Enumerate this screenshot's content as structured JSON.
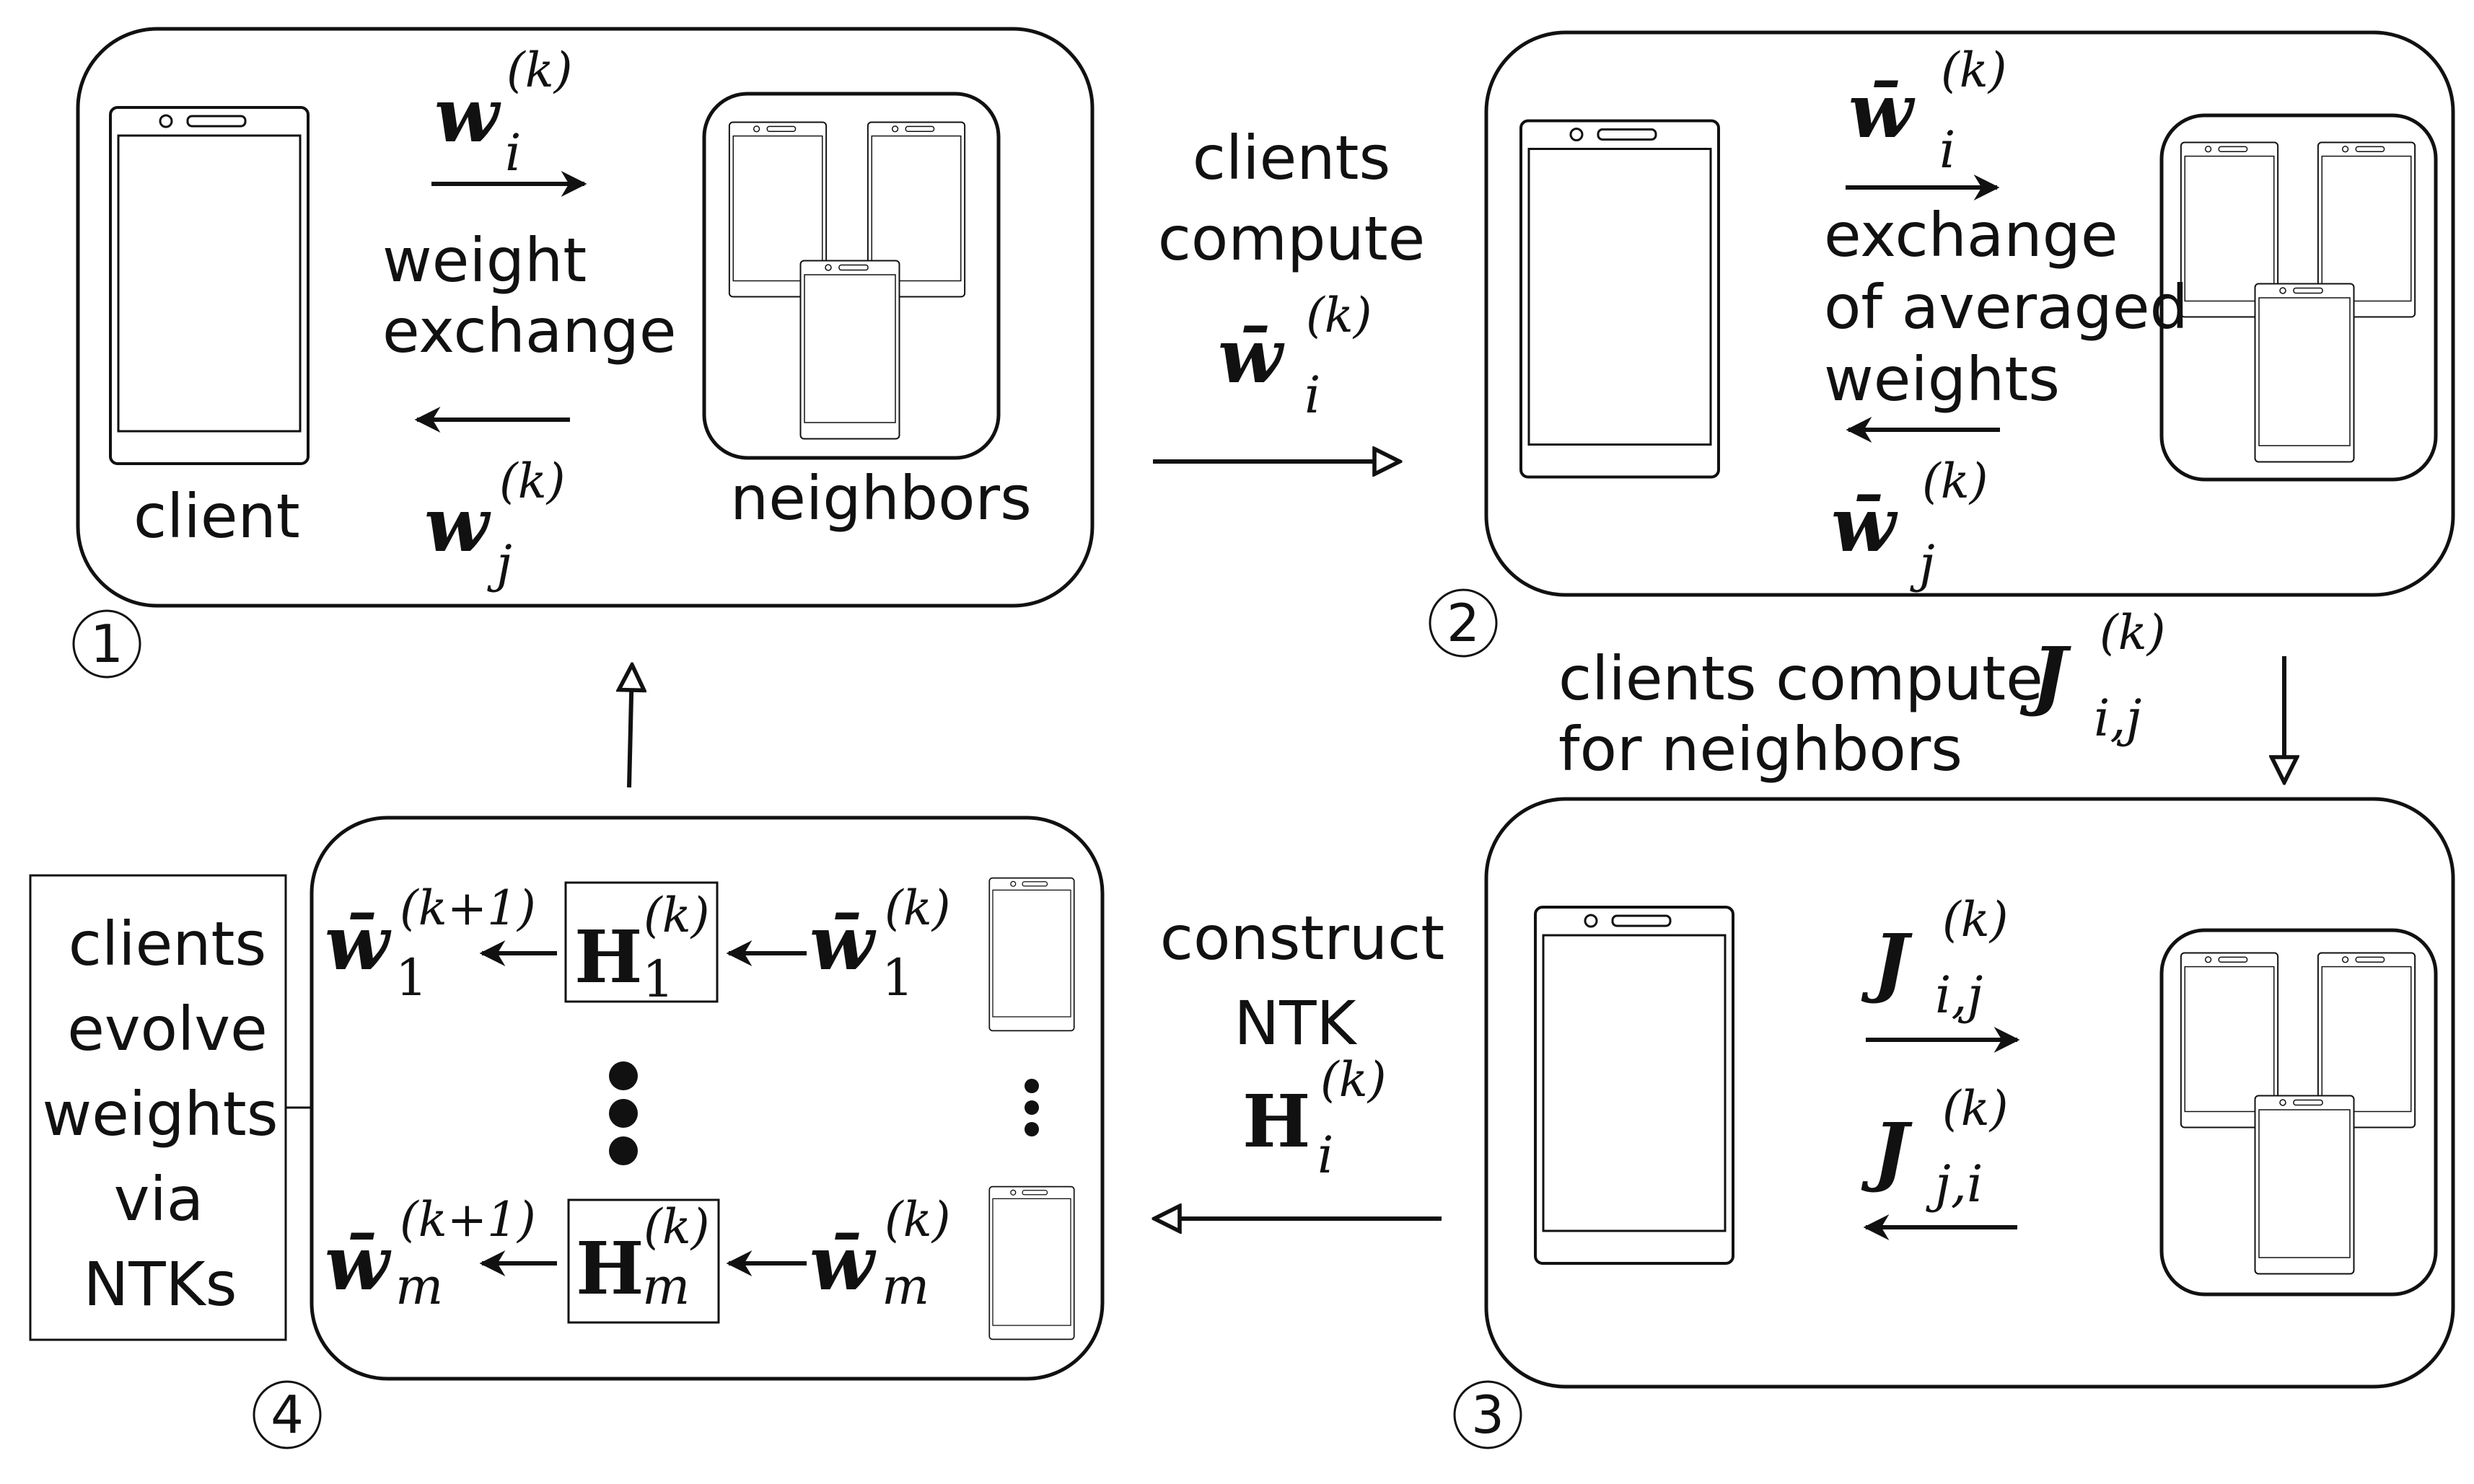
{
  "colors": {
    "stroke": "#111111",
    "background": "#ffffff"
  },
  "panel1": {
    "client_label": "client",
    "neighbors_label": "neighbors",
    "exchange_label_line1": "weight",
    "exchange_label_line2": "exchange",
    "top_var": "w",
    "top_sub": "i",
    "top_sup": "(k)",
    "bottom_var": "w",
    "bottom_sub": "j",
    "bottom_sup": "(k)",
    "step": "1"
  },
  "transition12": {
    "line1": "clients",
    "line2": "compute",
    "var": "w̄",
    "sub": "i",
    "sup": "(k)"
  },
  "panel2": {
    "line1": "exchange",
    "line2": "of averaged",
    "line3": "weights",
    "top_var": "w̄",
    "top_sub": "i",
    "top_sup": "(k)",
    "bottom_var": "w̄",
    "bottom_sub": "j",
    "bottom_sup": "(k)",
    "step": "2"
  },
  "transition23": {
    "line1": "clients compute",
    "line2": "for neighbors",
    "var": "J",
    "sub": "i,j",
    "sup": "(k)"
  },
  "panel3": {
    "top_var": "J",
    "top_sub": "i,j",
    "top_sup": "(k)",
    "bottom_var": "J",
    "bottom_sub": "j,i",
    "bottom_sup": "(k)",
    "step": "3"
  },
  "transition34": {
    "line1": "construct",
    "line2": "NTK",
    "var": "H",
    "sub": "i",
    "sup": "(k)"
  },
  "panel4": {
    "row1": {
      "out_var": "w̄",
      "out_sub": "1",
      "out_sup": "(k+1)",
      "h_var": "H",
      "h_sub": "1",
      "h_sup": "(k)",
      "in_var": "w̄",
      "in_sub": "1",
      "in_sup": "(k)"
    },
    "row2": {
      "out_var": "w̄",
      "out_sub": "m",
      "out_sup": "(k+1)",
      "h_var": "H",
      "h_sub": "m",
      "h_sup": "(k)",
      "in_var": "w̄",
      "in_sub": "m",
      "in_sup": "(k)"
    },
    "step": "4"
  },
  "side_note": {
    "line1": "clients",
    "line2": "evolve",
    "line3": "weights",
    "line4": "via",
    "line5": "NTKs"
  }
}
